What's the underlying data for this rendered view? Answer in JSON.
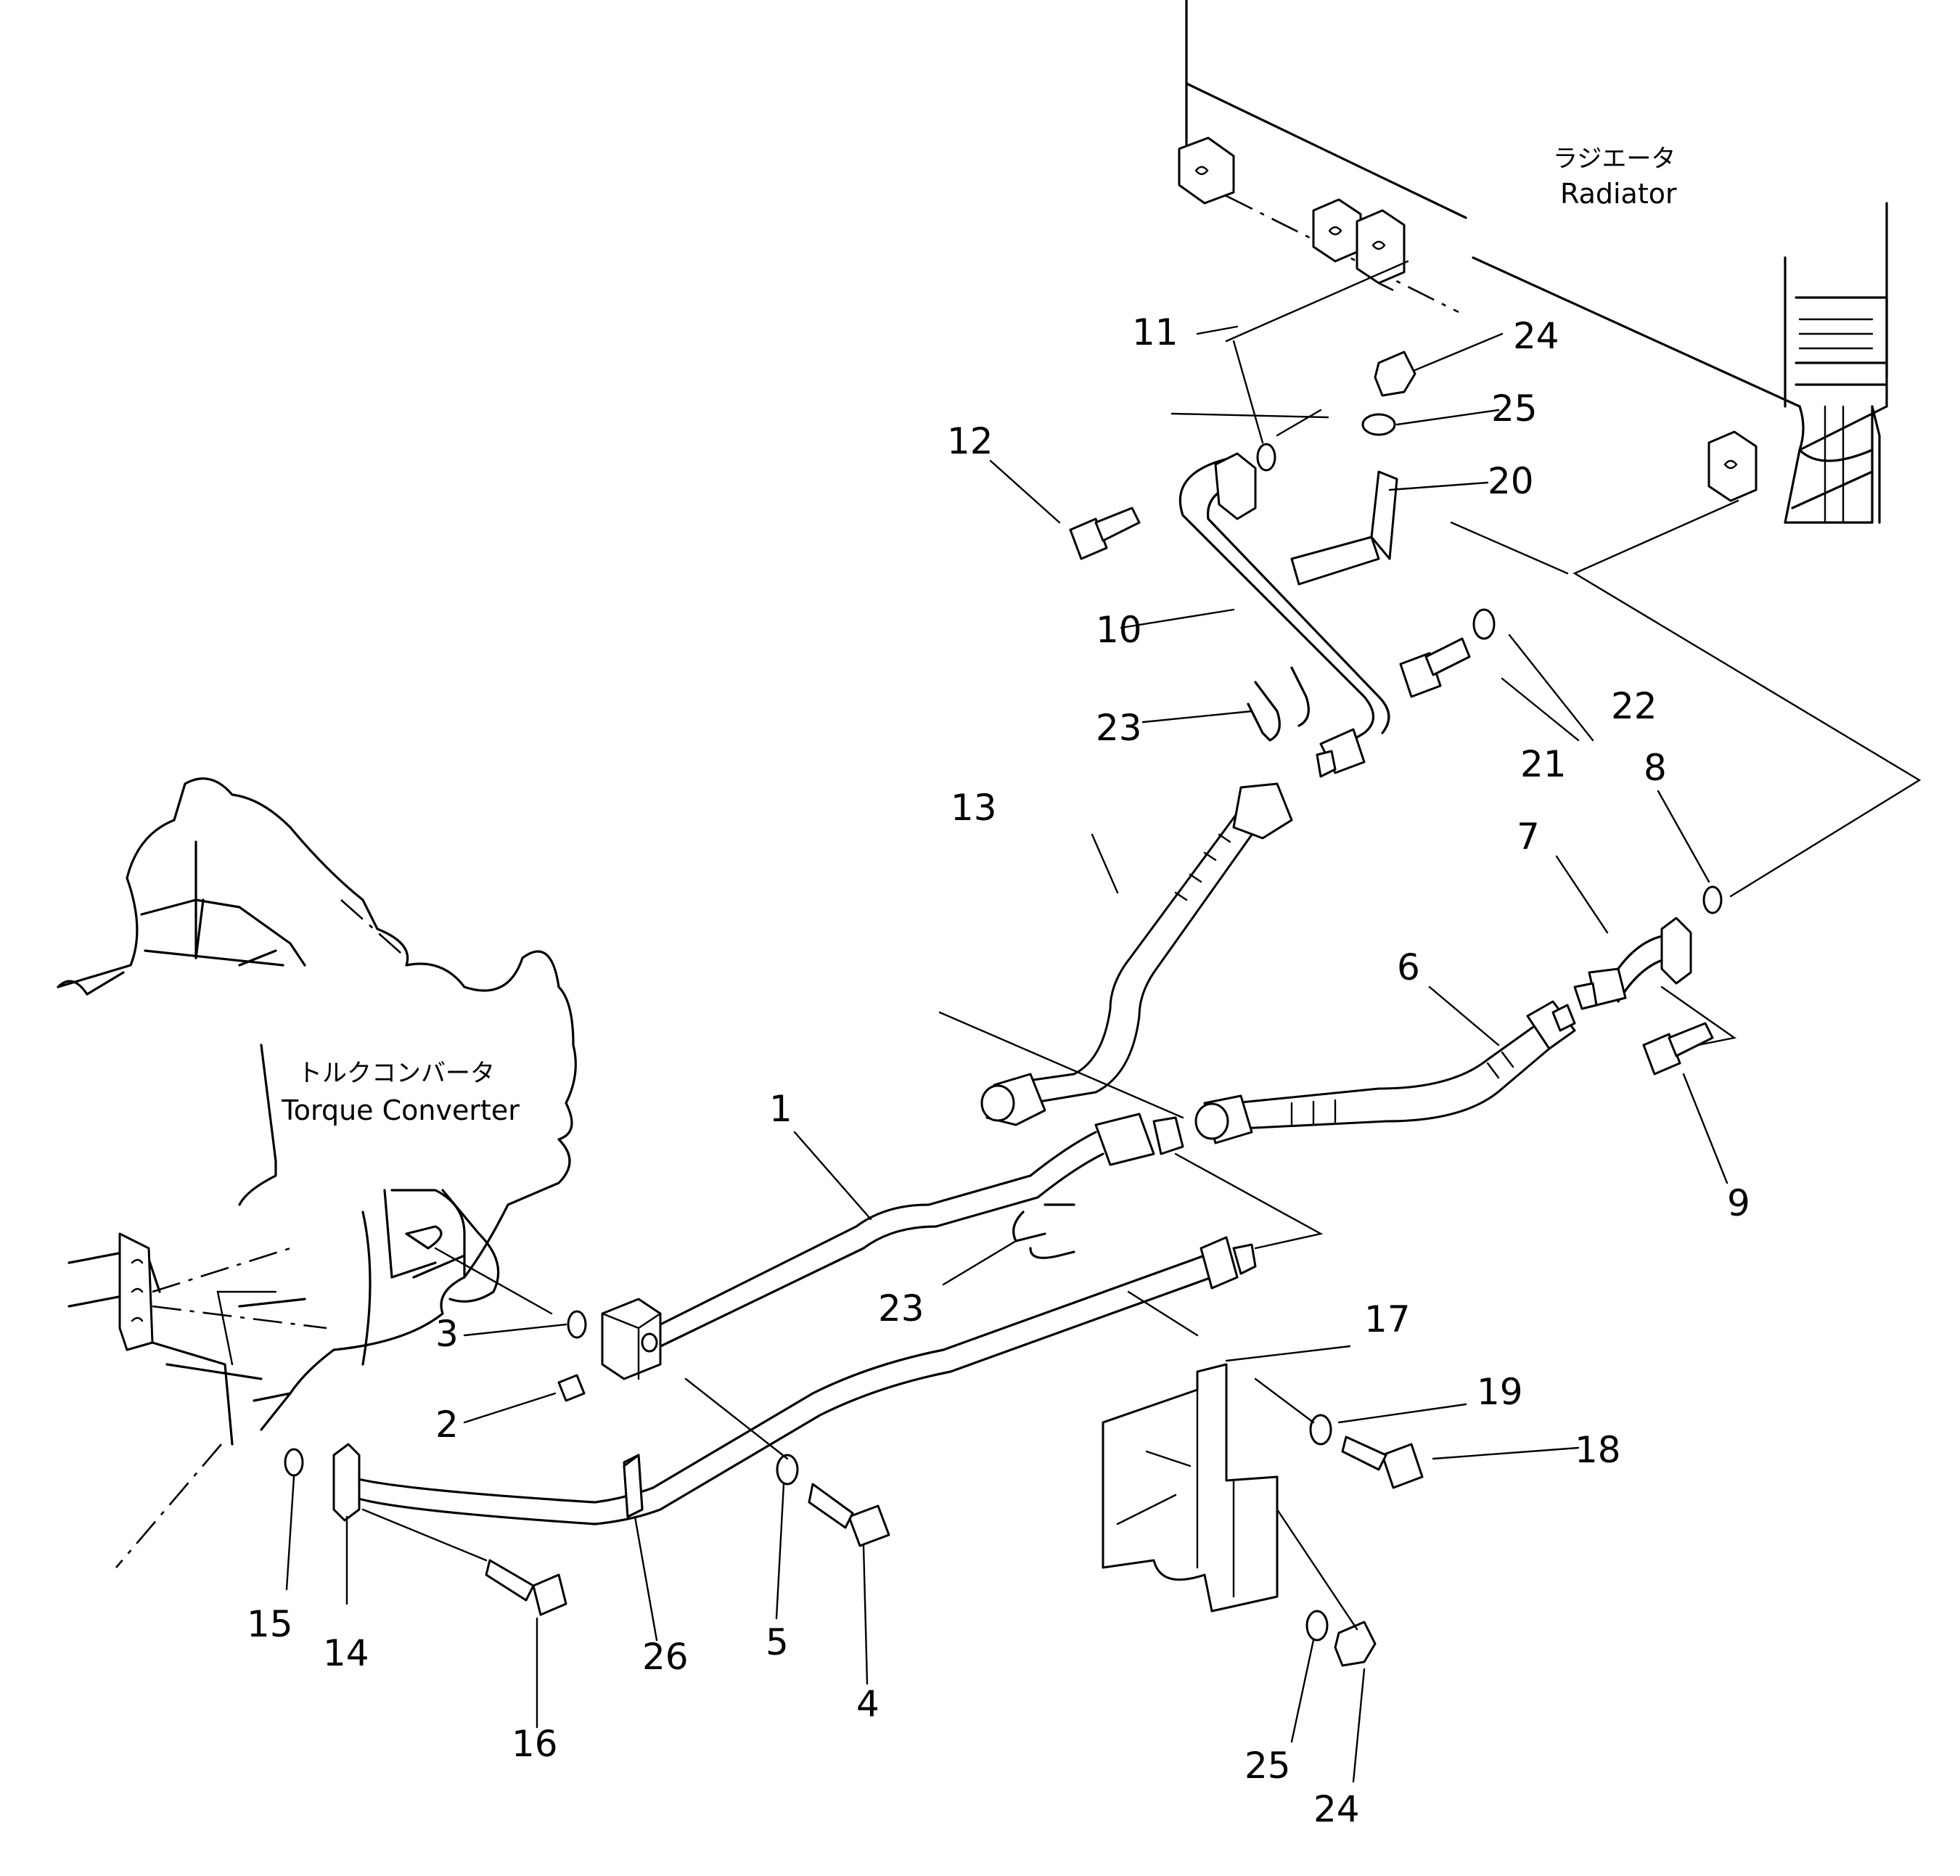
{
  "labels": {
    "radiator_jp": "ラジエータ",
    "radiator_en": "Radiator",
    "converter_jp": "トルクコンバータ",
    "converter_en": "Torque Converter"
  },
  "callouts": [
    "1",
    "2",
    "3",
    "4",
    "5",
    "6",
    "7",
    "8",
    "9",
    "10",
    "11",
    "12",
    "13",
    "14",
    "15",
    "16",
    "17",
    "18",
    "19",
    "20",
    "21",
    "22",
    "23",
    "23",
    "24",
    "24",
    "25",
    "25",
    "26"
  ]
}
